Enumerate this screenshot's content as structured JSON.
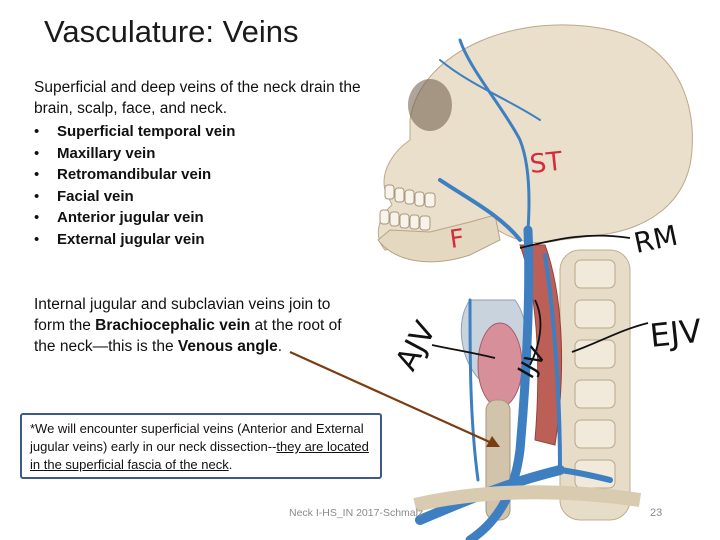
{
  "slide": {
    "title": "Vasculature: Veins",
    "intro": "Superficial and deep veins of the neck drain the brain, scalp, face, and neck.",
    "bullets": [
      {
        "label": "Superficial temporal vein"
      },
      {
        "label": "Maxillary vein"
      },
      {
        "label": "Retromandibular vein"
      },
      {
        "label": "Facial vein"
      },
      {
        "label": "Anterior jugular vein"
      },
      {
        "label": "External jugular vein"
      }
    ],
    "para2": {
      "prefix": "Internal jugular and subclavian veins join to form the ",
      "bold1": "Brachiocephalic vein",
      "middle": " at the root of the neck—this is the ",
      "bold2": "Venous angle",
      "suffix": "."
    },
    "note": {
      "text": "*We will encounter superficial veins (Anterior and External jugular veins) early in our neck dissection--",
      "underlined": "they are located in the superficial fascia of the neck",
      "suffix": "."
    },
    "footer": "Neck I-HS_IN 2017-Schmalz",
    "page_number": "23"
  },
  "annotations": {
    "st": "ST",
    "f": "F",
    "rm": "RM",
    "ajv": "AJV",
    "ijv": "IJV",
    "ejv": "EJV"
  },
  "colors": {
    "vein": "#3d7fc1",
    "ink": "#d62b3a",
    "arrow": "#7a3d12",
    "notebox_border": "#3c5a86"
  }
}
